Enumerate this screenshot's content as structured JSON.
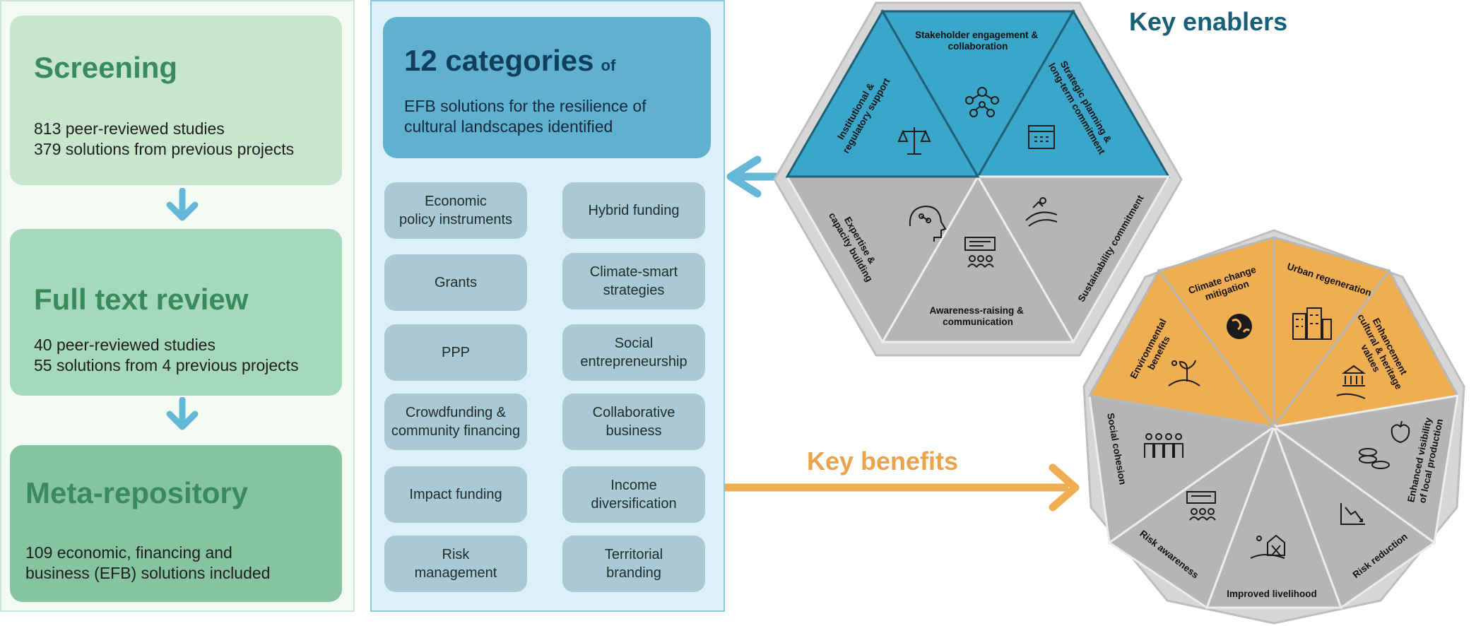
{
  "stages": {
    "screening": {
      "title": "Screening",
      "lines": [
        "813 peer-reviewed studies",
        "379 solutions from previous projects"
      ]
    },
    "full_text": {
      "title": "Full text review",
      "lines": [
        "40 peer-reviewed studies",
        "55 solutions from 4 previous projects"
      ]
    },
    "meta": {
      "title": "Meta-repository",
      "lines": [
        "109 economic, financing and",
        "business (EFB) solutions included"
      ]
    }
  },
  "categories": {
    "title_big": "12 categories",
    "title_small": "of",
    "subtitle_lines": [
      "EFB solutions for the resilience of",
      "cultural landscapes identified"
    ],
    "items": [
      "Economic\npolicy instruments",
      "Hybrid funding",
      "Grants",
      "Climate-smart\nstrategies",
      "PPP",
      "Social\nentrepreneurship",
      "Crowdfunding &\ncommunity financing",
      "Collaborative\nbusiness",
      "Impact funding",
      "Income\ndiversification",
      "Risk\nmanagement",
      "Territorial\nbranding"
    ]
  },
  "enablers": {
    "heading": "Key enablers",
    "segments": [
      {
        "lines": [
          "Stakeholder engagement &",
          "collaboration"
        ],
        "icon": "network-icon"
      },
      {
        "lines": [
          "Strategic planning &",
          "long-term commitment"
        ],
        "icon": "calendar-icon"
      },
      {
        "lines": [
          "Sustainability commitment"
        ],
        "icon": "landscape-icon"
      },
      {
        "lines": [
          "Awareness-raising &",
          "communication"
        ],
        "icon": "presentation-icon"
      },
      {
        "lines": [
          "Expertise &",
          "capacity building"
        ],
        "icon": "head-icon"
      },
      {
        "lines": [
          "Institutional &",
          "regulatory support"
        ],
        "icon": "scales-icon"
      }
    ]
  },
  "benefits": {
    "heading": "Key benefits",
    "segments": [
      {
        "lines": [
          "Climate change",
          "mitigation"
        ],
        "icon": "globe-icon"
      },
      {
        "lines": [
          "Urban regeneration"
        ],
        "icon": "buildings-icon"
      },
      {
        "lines": [
          "Enhancement",
          "cultural & heritage",
          "values"
        ],
        "icon": "heritage-icon"
      },
      {
        "lines": [
          "Enhanced visibility",
          "of local production"
        ],
        "icon": "produce-icon"
      },
      {
        "lines": [
          "Risk reduction"
        ],
        "icon": "chart-down-icon"
      },
      {
        "lines": [
          "Improved livelihood"
        ],
        "icon": "barn-icon"
      },
      {
        "lines": [
          "Risk awareness"
        ],
        "icon": "presentation-icon"
      },
      {
        "lines": [
          "Social cohesion"
        ],
        "icon": "people-icon"
      },
      {
        "lines": [
          "Environmental",
          "benefits"
        ],
        "icon": "plant-icon"
      }
    ]
  },
  "colors": {
    "screening_bg": "#c8e6cd",
    "fulltext_bg": "#a6d8bb",
    "meta_bg": "#86c3a0",
    "stage_title": "#3a8a5f",
    "arrow_blue": "#65b7d6",
    "enabler_blue": "#3aa6c9",
    "benefit_orange": "#f0ae52",
    "segment_grey": "#b5b5b5",
    "frame_grey": "#c9c9c9"
  }
}
